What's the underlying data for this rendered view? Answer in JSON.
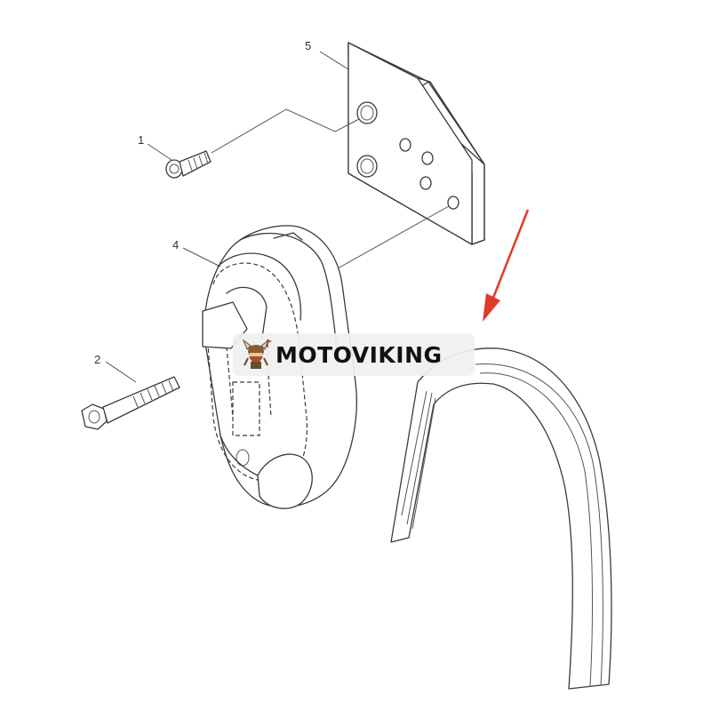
{
  "parts": [
    {
      "number": "1"
    },
    {
      "number": "2"
    },
    {
      "number": "4"
    },
    {
      "number": "5"
    }
  ],
  "watermark": {
    "brand": "MOTOVIKING"
  },
  "colors": {
    "line": "#3a3a3a",
    "arrow": "#e03a2a",
    "watermark_bg": "#f0f0f0"
  }
}
